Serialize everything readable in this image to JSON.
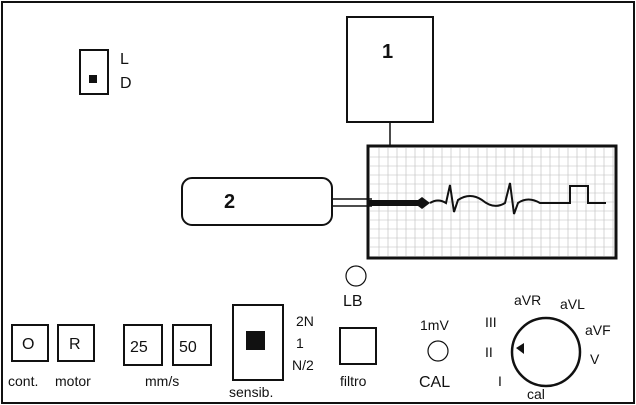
{
  "module_1": {
    "label": "1"
  },
  "module_2": {
    "label": "2"
  },
  "ld_switch": {
    "top": "L",
    "bottom": "D"
  },
  "controls": {
    "cont": {
      "key": "O",
      "label": "cont."
    },
    "motor": {
      "key": "R",
      "label": "motor"
    },
    "speed": {
      "opt1": "25",
      "opt2": "50",
      "label": "mm/s"
    },
    "sensib": {
      "label": "sensib.",
      "options": [
        "2N",
        "1",
        "N/2"
      ]
    },
    "lb": {
      "label": "LB"
    },
    "filtro": {
      "label": "filtro"
    },
    "cal": {
      "top": "1mV",
      "label": "CAL"
    },
    "lead_selector": {
      "leads": [
        "aVR",
        "aVL",
        "aVF",
        "V",
        "III",
        "II",
        "I"
      ],
      "bottom": "cal"
    }
  }
}
